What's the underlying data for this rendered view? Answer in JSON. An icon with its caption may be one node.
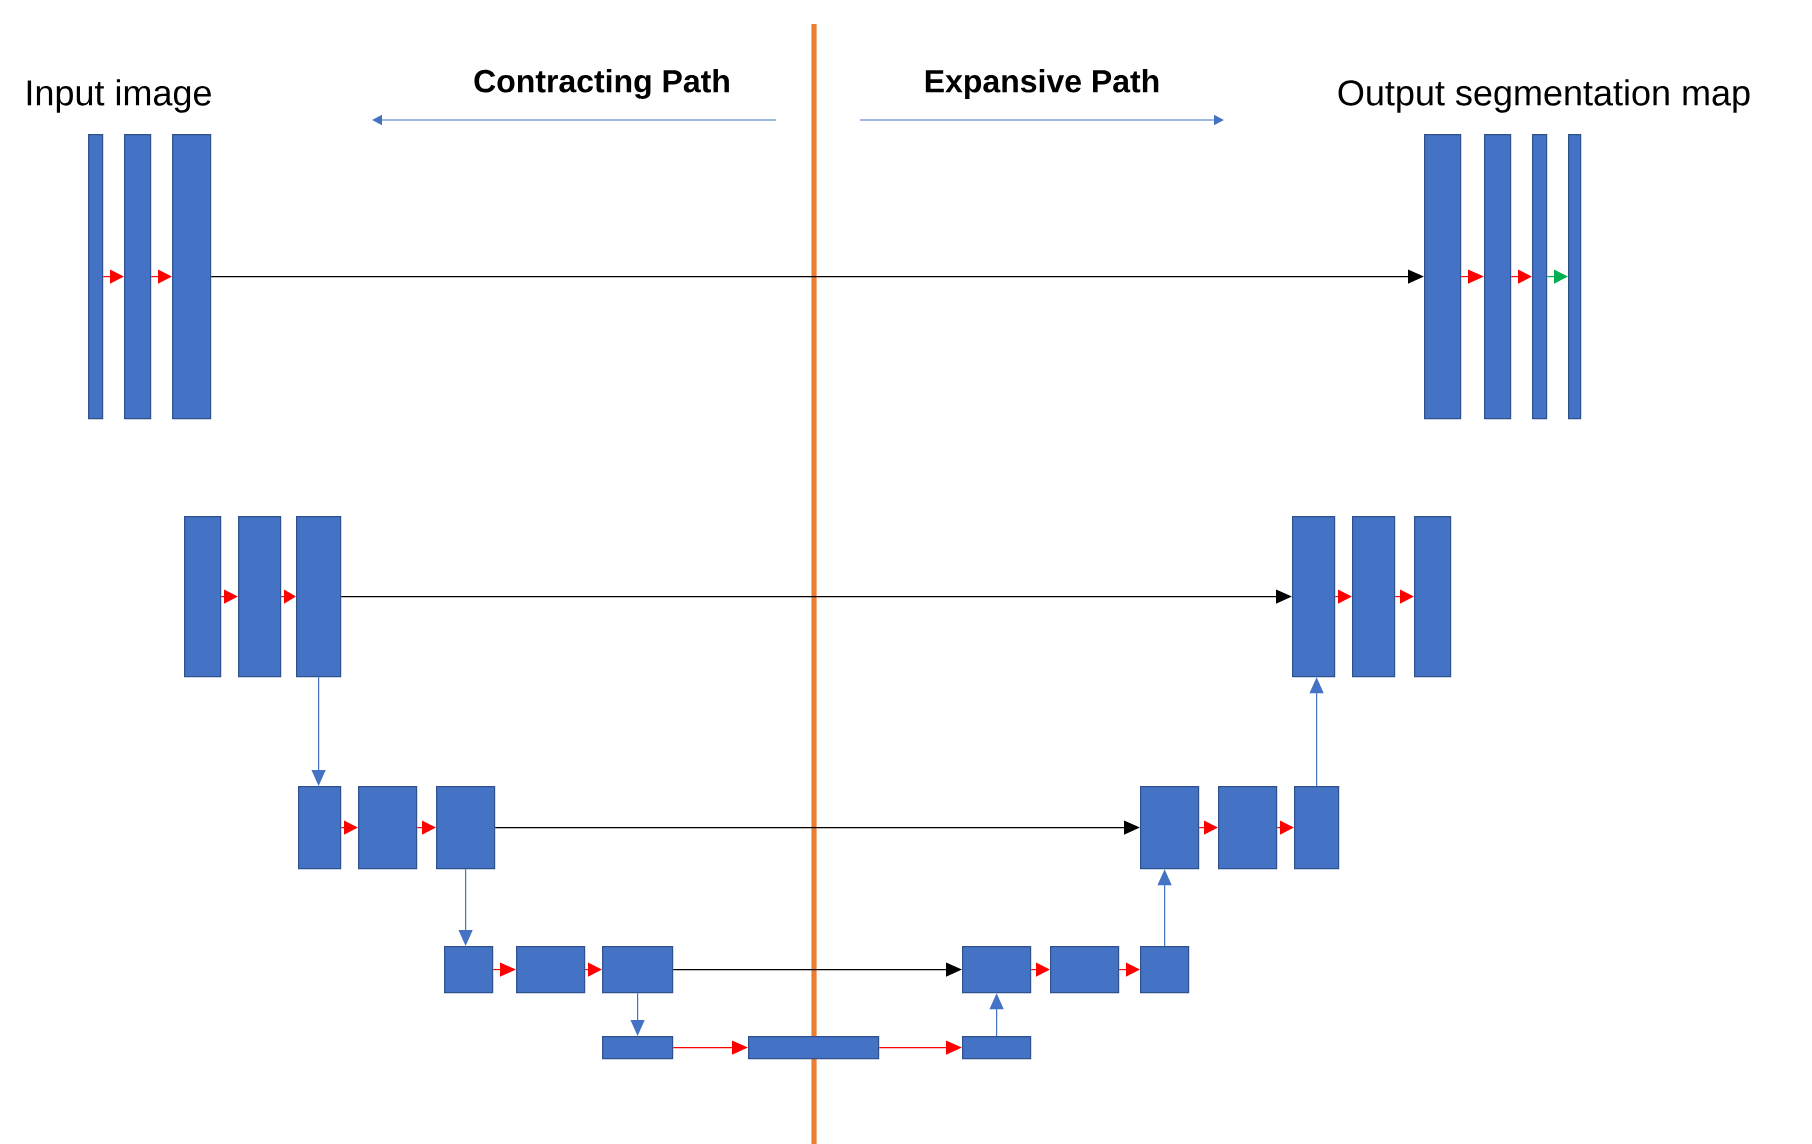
{
  "diagram": {
    "nodes": [
      {
        "text": [],
        "shape": "bar"
      },
      {
        "text": [],
        "shape": "bar"
      },
      {
        "text": [],
        "shape": "bar"
      },
      {
        "text": [],
        "shape": "bar"
      },
      {
        "text": [],
        "shape": "bar"
      },
      {
        "text": [],
        "shape": "bar"
      },
      {
        "text": [],
        "shape": "bar"
      },
      {
        "text": [],
        "shape": "bar"
      },
      {
        "text": [],
        "shape": "bar"
      },
      {
        "text": [],
        "shape": "bar"
      },
      {
        "text": [],
        "shape": "bar"
      },
      {
        "text": [],
        "shape": "bar"
      },
      {
        "text": [],
        "shape": "bar"
      },
      {
        "text": [],
        "shape": "bar"
      },
      {
        "text": [],
        "shape": "bar"
      },
      {
        "text": [],
        "shape": "bar"
      },
      {
        "text": [],
        "shape": "bar"
      },
      {
        "text": [],
        "shape": "bar"
      },
      {
        "text": [],
        "shape": "bar"
      },
      {
        "text": [],
        "shape": "bar"
      },
      {
        "text": [],
        "shape": "bar"
      },
      {
        "text": [],
        "shape": "bar"
      },
      {
        "text": [],
        "shape": "bar"
      },
      {
        "text": [],
        "shape": "bar"
      },
      {
        "text": [],
        "shape": "bar"
      },
      {
        "text": [],
        "shape": "bar"
      },
      {
        "text": [],
        "shape": "bar"
      },
      {
        "text": [],
        "shape": "bar"
      }
    ],
    "edges": [
      {
        "from": 0,
        "to": 1,
        "arrow": "to"
      },
      {
        "from": 1,
        "to": 2,
        "arrow": "to"
      },
      {
        "from": 3,
        "to": 4,
        "arrow": "to"
      },
      {
        "from": 4,
        "to": 5,
        "arrow": "to"
      },
      {
        "from": 5,
        "to": 6,
        "arrow": "to",
        "color": "#00b050"
      },
      {
        "from": 7,
        "to": 8,
        "arrow": "to"
      },
      {
        "from": 8,
        "to": 9,
        "arrow": "to"
      },
      {
        "from": 10,
        "to": 11,
        "arrow": "to"
      },
      {
        "from": 11,
        "to": 12,
        "arrow": "to"
      },
      {
        "from": 13,
        "to": 14,
        "arrow": "to"
      },
      {
        "from": 14,
        "to": 15,
        "arrow": "to"
      },
      {
        "from": 16,
        "to": 17,
        "arrow": "to"
      },
      {
        "from": 17,
        "to": 18,
        "arrow": "to"
      },
      {
        "from": 19,
        "to": 20,
        "arrow": "to"
      },
      {
        "from": 20,
        "to": 21,
        "arrow": "to"
      },
      {
        "from": 22,
        "to": 23,
        "arrow": "to"
      },
      {
        "from": 23,
        "to": 24,
        "arrow": "to"
      },
      {
        "from": 25,
        "to": 26,
        "arrow": "to"
      },
      {
        "from": 26,
        "to": 27,
        "arrow": "to"
      },
      {
        "from": 2,
        "to": 3,
        "arrow": "to",
        "color": "#000000"
      },
      {
        "from": 9,
        "to": 10,
        "arrow": "to",
        "color": "#000000"
      },
      {
        "from": 15,
        "to": 16,
        "arrow": "to",
        "color": "#000000"
      },
      {
        "from": 21,
        "to": 22,
        "arrow": "to",
        "color": "#000000"
      },
      {
        "from": 9,
        "to": 13,
        "arrow": "to",
        "color": "#4472c4"
      },
      {
        "from": 15,
        "to": 19,
        "arrow": "to",
        "color": "#4472c4"
      },
      {
        "from": 21,
        "to": 25,
        "arrow": "to",
        "color": "#4472c4"
      },
      {
        "from": 27,
        "to": 22,
        "arrow": "to",
        "color": "#4472c4"
      },
      {
        "from": 24,
        "to": 16,
        "arrow": "to",
        "color": "#4472c4"
      },
      {
        "from": 18,
        "to": 10,
        "arrow": "to",
        "color": "#4472c4"
      }
    ],
    "labels": [
      "Input image",
      "Contracting Path",
      "Expansive Path",
      "Output segmentation map"
    ]
  }
}
